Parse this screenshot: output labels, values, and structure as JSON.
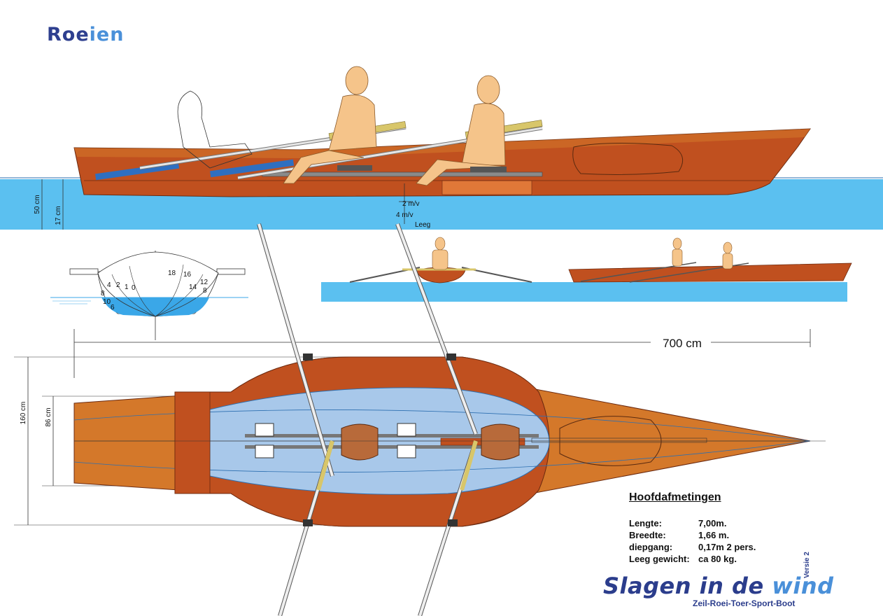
{
  "title": {
    "main": "Roe",
    "accent": "ien"
  },
  "side_view": {
    "draft_labels": [
      "50 cm",
      "17 cm"
    ],
    "waterline_labels": [
      "2 m/v",
      "4 m/v",
      "Leeg"
    ]
  },
  "section_view": {
    "station_numbers_left": [
      "4",
      "2",
      "1",
      "0",
      "8",
      "10",
      "6"
    ],
    "station_numbers_right": [
      "18",
      "16",
      "14",
      "12",
      "8"
    ]
  },
  "plan_view": {
    "length_label": "700 cm",
    "width_labels": [
      "160 cm",
      "86 cm"
    ]
  },
  "specs": {
    "heading": "Hoofdafmetingen",
    "rows": [
      {
        "key": "Lengte:",
        "value": "7,00m."
      },
      {
        "key": "Breedte:",
        "value": "1,66 m."
      },
      {
        "key": "diepgang:",
        "value": "0,17m 2 pers."
      },
      {
        "key": "Leeg gewicht:",
        "value": "ca 80 kg."
      }
    ]
  },
  "brand": {
    "name_part1": "Slagen in de ",
    "name_part2": "wind",
    "tagline": "Zeil-Roei-Toer-Sport-Boot",
    "version": "Versie 2"
  },
  "colors": {
    "hull": "#c0501f",
    "hull_light": "#d4782a",
    "water": "#5bc0f0",
    "skin": "#f5c48a",
    "oar_blade": "#d8c66a",
    "title": "#2e3f8f"
  }
}
